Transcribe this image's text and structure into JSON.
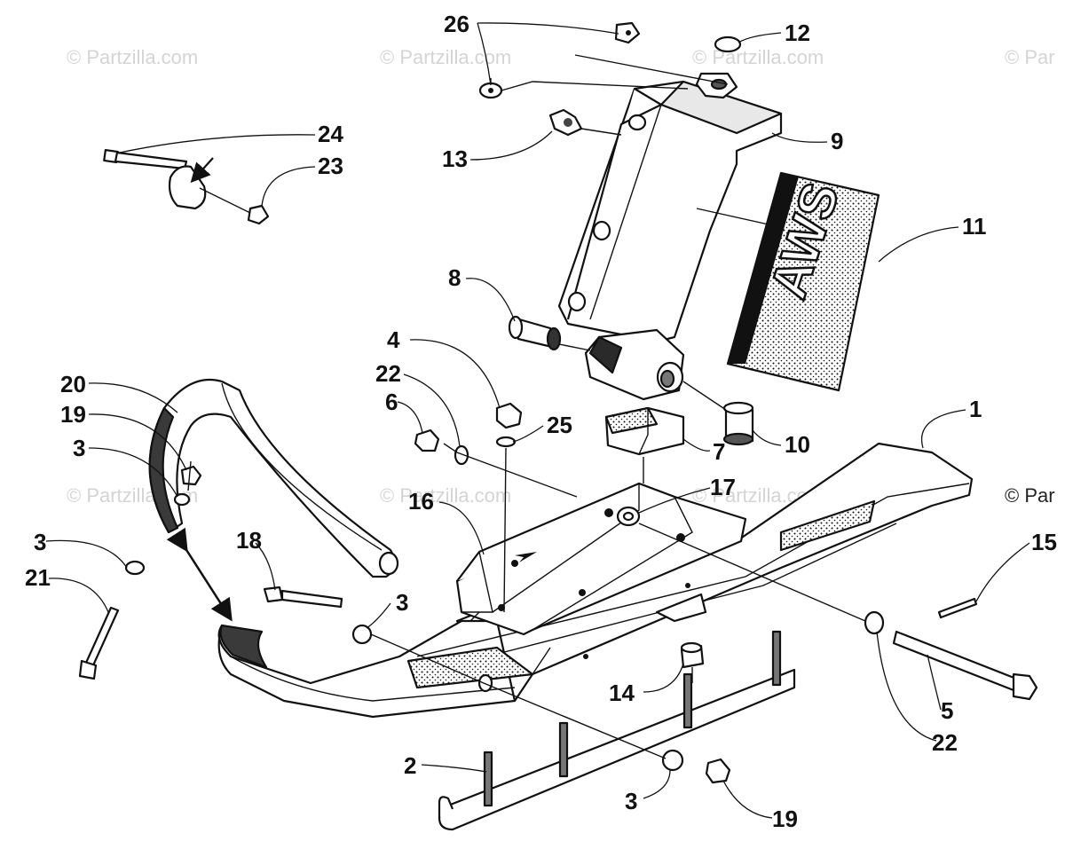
{
  "watermarks": [
    "© Partzilla.com",
    "© Partzilla.com",
    "© Partzilla.com",
    "© Par",
    "© Partzilla.com",
    "© Partzilla.com",
    "© Partzilla.com",
    "© Par"
  ],
  "decal_text": "AWS",
  "callouts": [
    "26",
    "12",
    "24",
    "23",
    "13",
    "9",
    "11",
    "8",
    "4",
    "22",
    "6",
    "25",
    "20",
    "19",
    "3",
    "7",
    "10",
    "1",
    "17",
    "16",
    "3",
    "21",
    "18",
    "3",
    "15",
    "14",
    "5",
    "22",
    "2",
    "3",
    "19"
  ],
  "colors": {
    "ink": "#111111",
    "paper": "#ffffff",
    "watermark": "#d4d4d4",
    "shade": "#3a3a3a"
  }
}
